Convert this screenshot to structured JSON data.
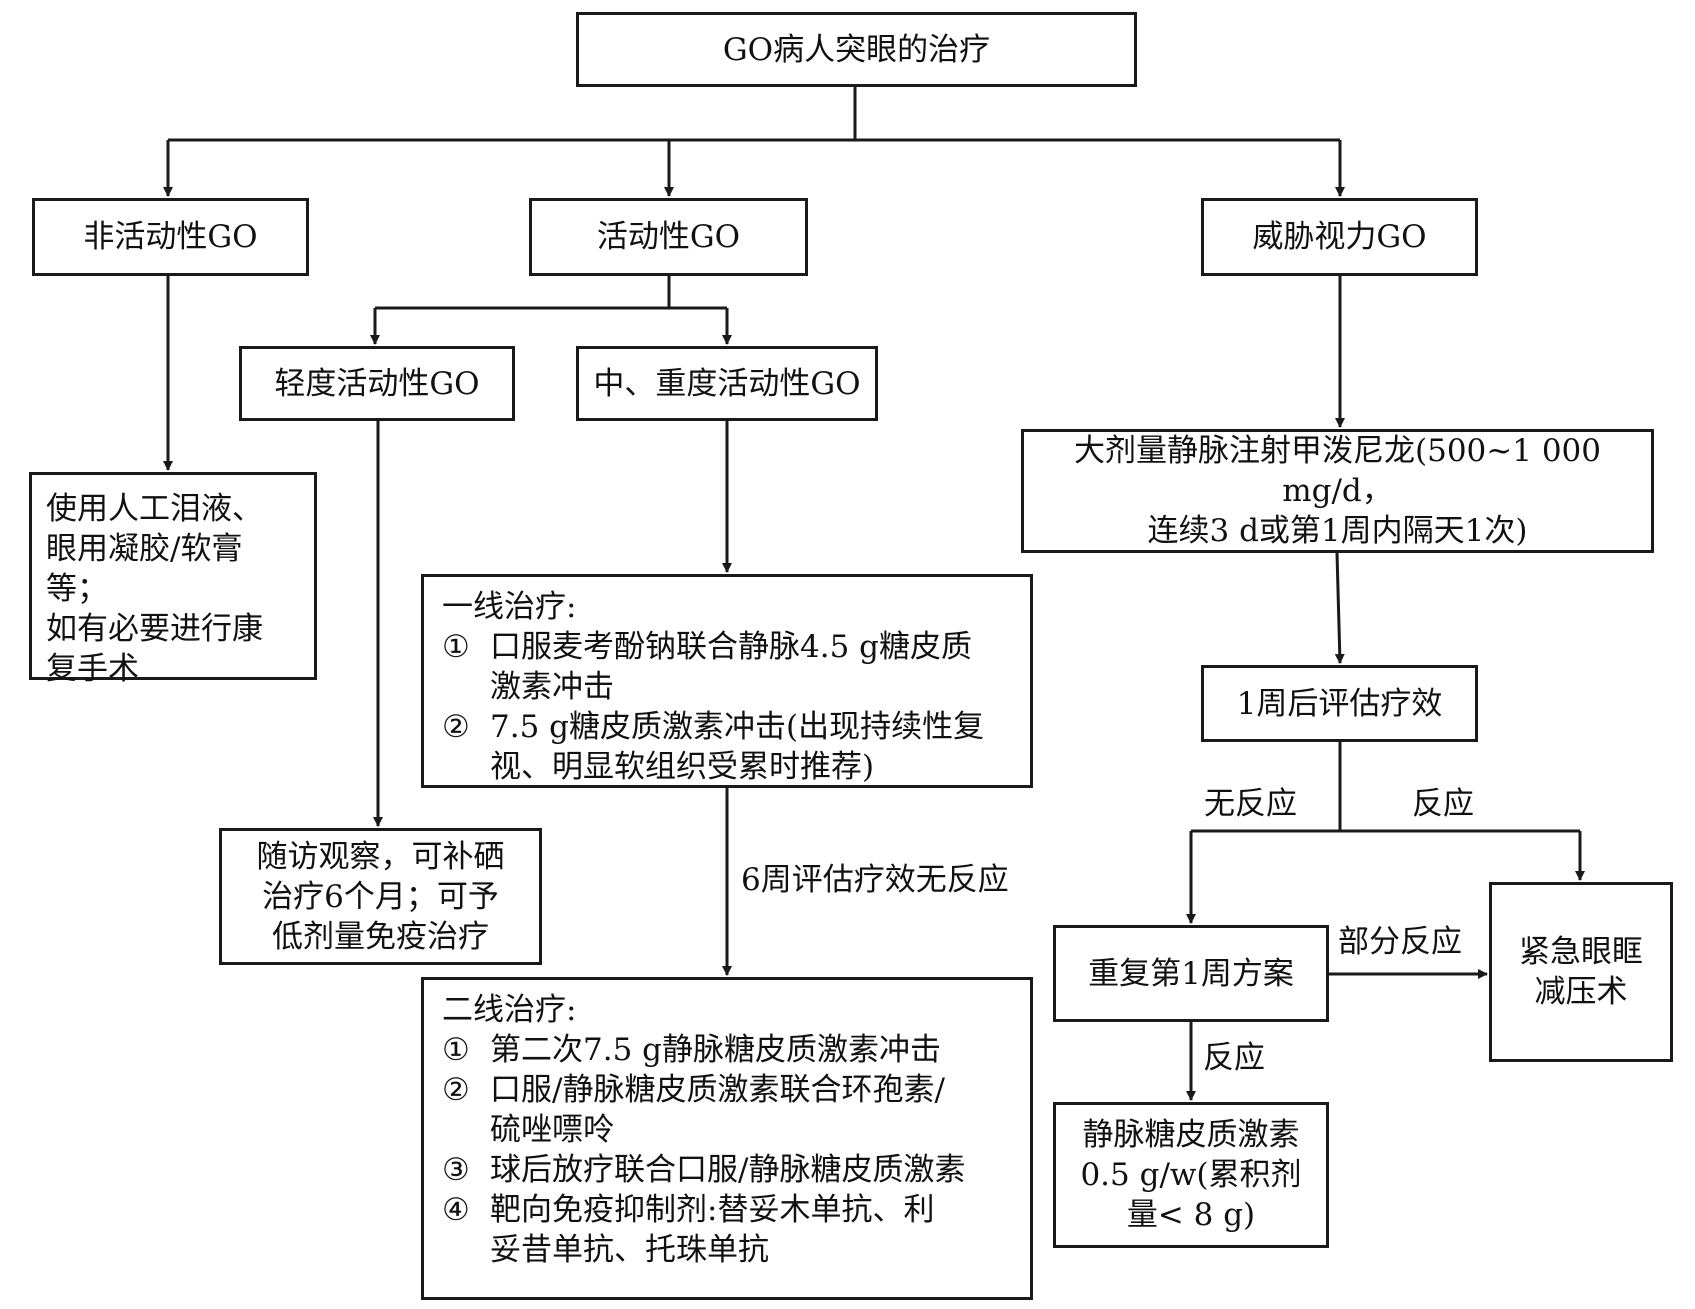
{
  "nodes": {
    "root": "GO病人突眼的治疗",
    "inactive": "非活动性GO",
    "active": "活动性GO",
    "threat": "威胁视力GO",
    "mild": "轻度活动性GO",
    "moderate": "中、重度活动性GO",
    "inactive_tx": [
      "使用人工泪液、",
      "眼用凝胶/软膏等；",
      "如有必要进行康",
      "复手术"
    ],
    "mild_tx": [
      "随访观察，可补硒",
      "治疗6个月；可予",
      "低剂量免疫治疗"
    ],
    "first_line": {
      "title": "一线治疗:",
      "items": [
        {
          "num": "①",
          "lines": [
            "口服麦考酚钠联合静脉4.5 g糖皮质",
            "激素冲击"
          ]
        },
        {
          "num": "②",
          "lines": [
            "7.5 g糖皮质激素冲击(出现持续性复",
            "视、明显软组织受累时推荐)"
          ]
        }
      ]
    },
    "second_line": {
      "title": "二线治疗:",
      "items": [
        {
          "num": "①",
          "lines": [
            "第二次7.5 g静脉糖皮质激素冲击"
          ]
        },
        {
          "num": "②",
          "lines": [
            "口服/静脉糖皮质激素联合环孢素/",
            "硫唑嘌呤"
          ]
        },
        {
          "num": "③",
          "lines": [
            "球后放疗联合口服/静脉糖皮质激素"
          ]
        },
        {
          "num": "④",
          "lines": [
            "靶向免疫抑制剂:替妥木单抗、利",
            "妥昔单抗、托珠单抗"
          ]
        }
      ]
    },
    "high_dose": [
      "大剂量静脉注射甲泼尼龙(500~1 000 mg/d，",
      "连续3 d或第1周内隔天1次)"
    ],
    "eval_1w": "1周后评估疗效",
    "repeat": "重复第1周方案",
    "surgery": [
      "紧急眼眶",
      "减压术"
    ],
    "maintain": [
      "静脉糖皮质激素",
      "0.5 g/w(累积剂",
      "量< 8 g)"
    ]
  },
  "edge_labels": {
    "no_response_6w": "6周评估疗效无反应",
    "no_response": "无反应",
    "response": "反应",
    "partial_response": "部分反应",
    "response_2": "反应"
  }
}
